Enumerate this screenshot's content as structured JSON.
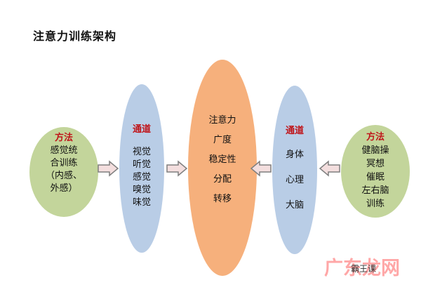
{
  "title": "注意力训练架构",
  "left_method": {
    "heading": "方法",
    "lines": [
      "感觉统",
      "合训练",
      "（内感、",
      "外感）"
    ]
  },
  "left_channel": {
    "heading": "通道",
    "lines": [
      "视觉",
      "听觉",
      "感觉",
      "嗅觉",
      "味觉"
    ]
  },
  "center": {
    "lines": [
      "注意力",
      "广度",
      "稳定性",
      "分配",
      "转移"
    ]
  },
  "right_channel": {
    "heading": "通道",
    "lines": [
      "身体",
      "心理",
      "大脑"
    ]
  },
  "right_method": {
    "heading": "方法",
    "lines": [
      "健脑操",
      "冥想",
      "催眠",
      "左右脑",
      "训练"
    ]
  },
  "watermark": {
    "site": "广东龙网",
    "account": "霸王课"
  },
  "colors": {
    "method_fill": "#c3d59b",
    "channel_fill": "#b9cde6",
    "center_fill": "#f6b07c",
    "heading_red": "#c0151a",
    "arrow_fill": "#f3dede",
    "arrow_stroke": "#7f7f7f"
  }
}
